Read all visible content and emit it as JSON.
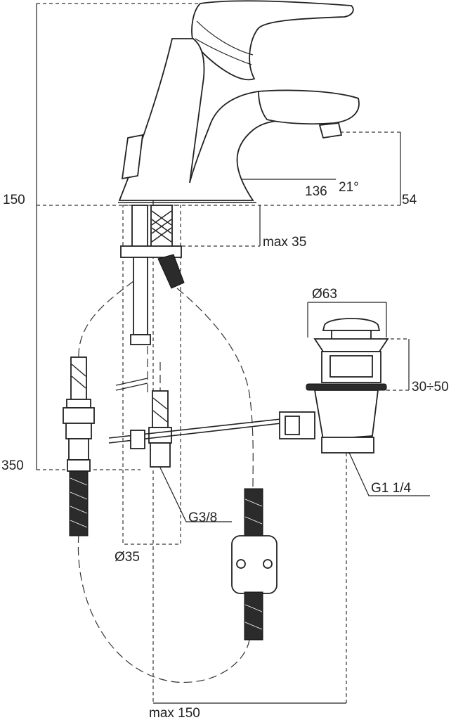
{
  "dimensions": {
    "height_total": "150",
    "spout_reach": "136",
    "spout_angle": "21°",
    "spout_height": "54",
    "max_thickness": "max 35",
    "waste_diameter": "Ø63",
    "waste_height": "30÷50",
    "hose_length": "350",
    "waste_thread": "G1 1/4",
    "hose_thread": "G3/8",
    "hole_diameter": "Ø35",
    "rod_length": "max 150"
  }
}
